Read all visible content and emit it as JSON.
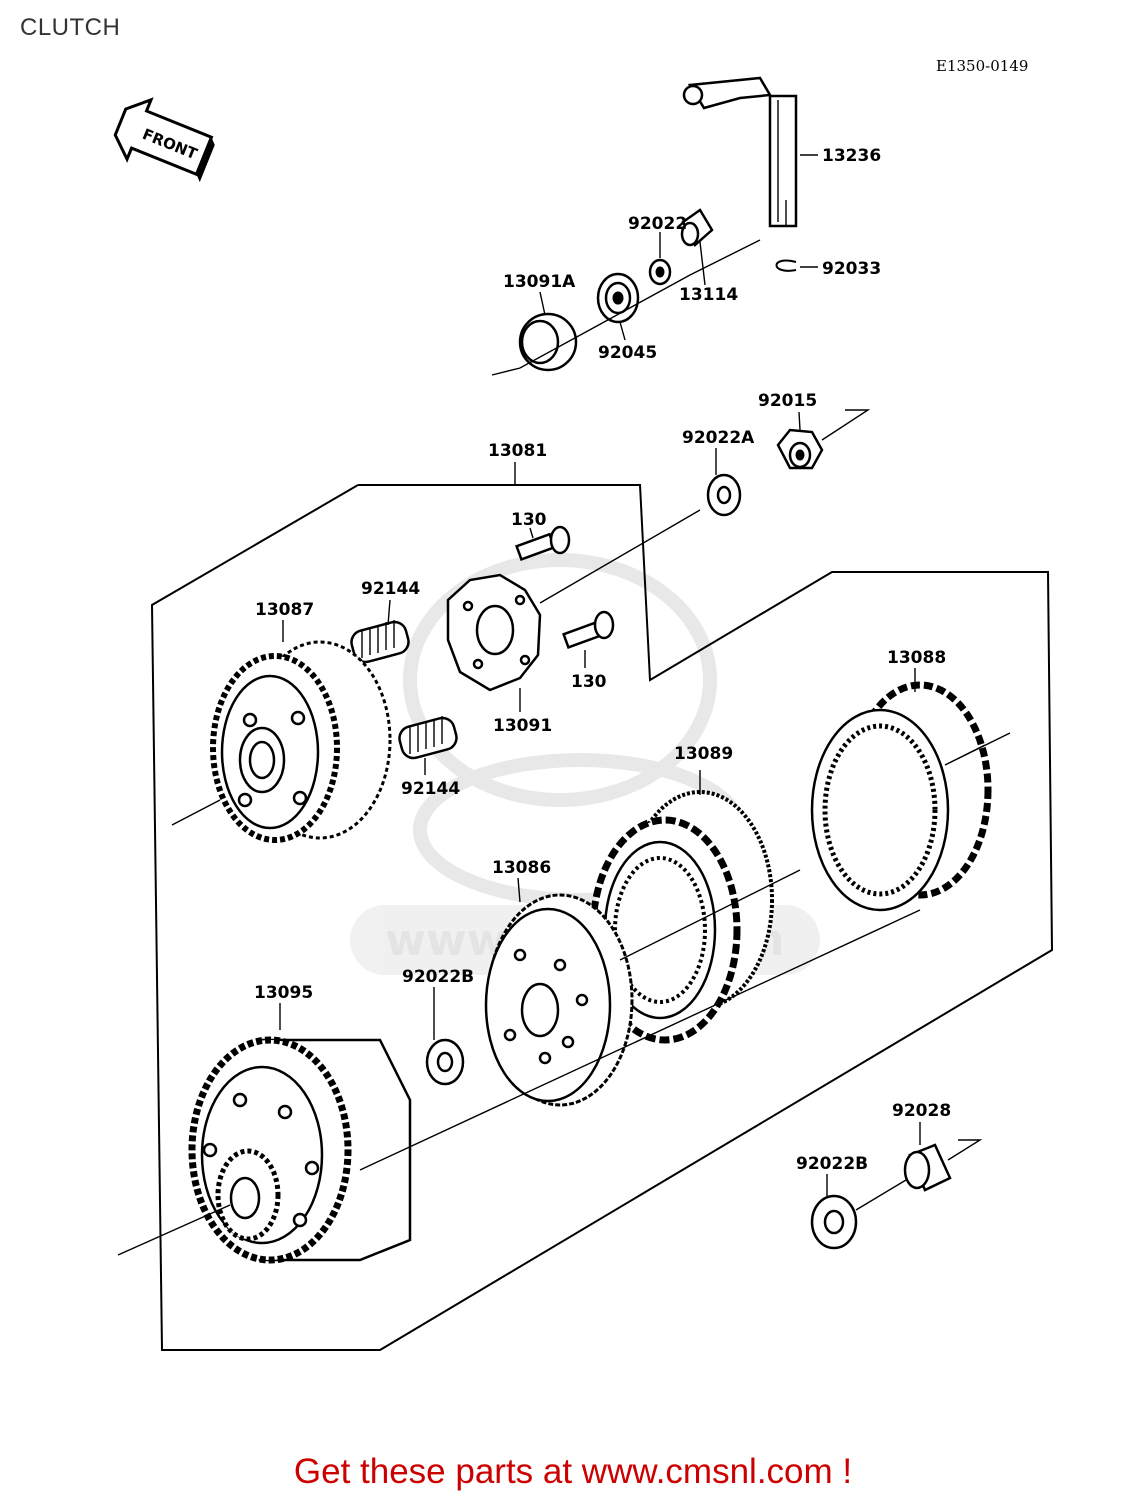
{
  "page": {
    "title": "CLUTCH",
    "diagram_code": "E1350-0149",
    "front_label": "FRONT",
    "footer_text": "Get these parts at www.cmsnl.com !",
    "watermark_text": "www.cmsnl.com",
    "footer_color": "#cc0000"
  },
  "parts": {
    "p13236": "13236",
    "p92022": "92022",
    "p92033": "92033",
    "p13091A": "13091A",
    "p13114": "13114",
    "p92045": "92045",
    "p92015": "92015",
    "p13081": "13081",
    "p92022A": "92022A",
    "p130a": "130",
    "p130b": "130",
    "p92144a": "92144",
    "p13087": "13087",
    "p13091": "13091",
    "p92144b": "92144",
    "p13088": "13088",
    "p13089": "13089",
    "p13086": "13086",
    "p13095": "13095",
    "p92022B_a": "92022B",
    "p92028": "92028",
    "p92022B_b": "92022B"
  }
}
